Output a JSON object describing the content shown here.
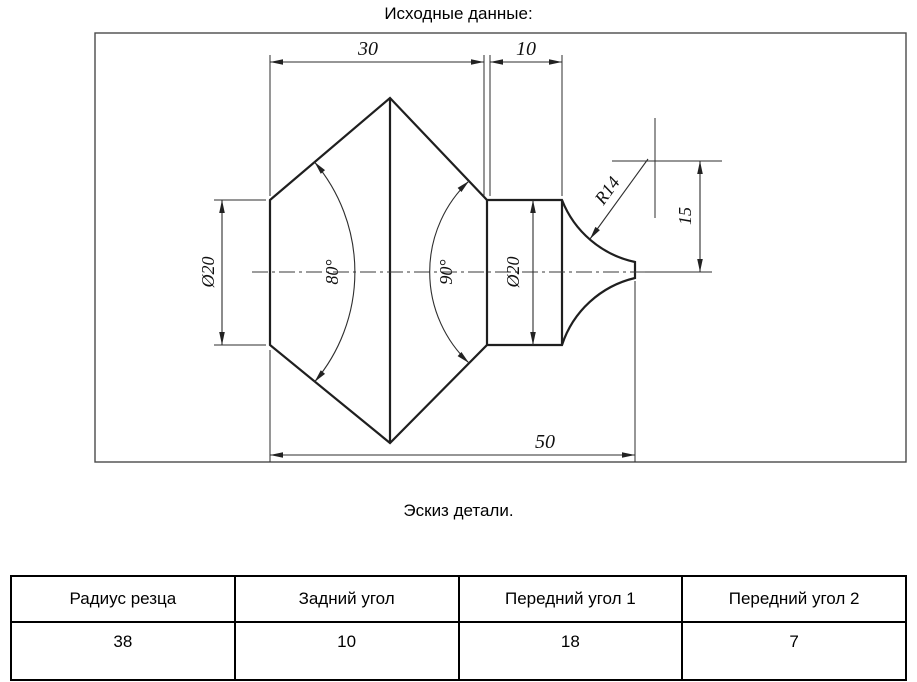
{
  "page": {
    "title": "Исходные данные:",
    "caption": "Эскиз детали."
  },
  "drawing": {
    "dim_cone_length": "30",
    "dim_cylinder_length": "10",
    "dim_diameter_left": "Ø20",
    "dim_angle_left": "80°",
    "dim_angle_right": "90°",
    "dim_diameter_cylinder": "Ø20",
    "dim_radius": "R14",
    "dim_height": "15",
    "dim_total_length": "50"
  },
  "table": {
    "headers": [
      "Радиус резца",
      "Задний угол",
      "Передний угол 1",
      "Передний угол 2"
    ],
    "values": [
      "38",
      "10",
      "18",
      "7"
    ]
  }
}
